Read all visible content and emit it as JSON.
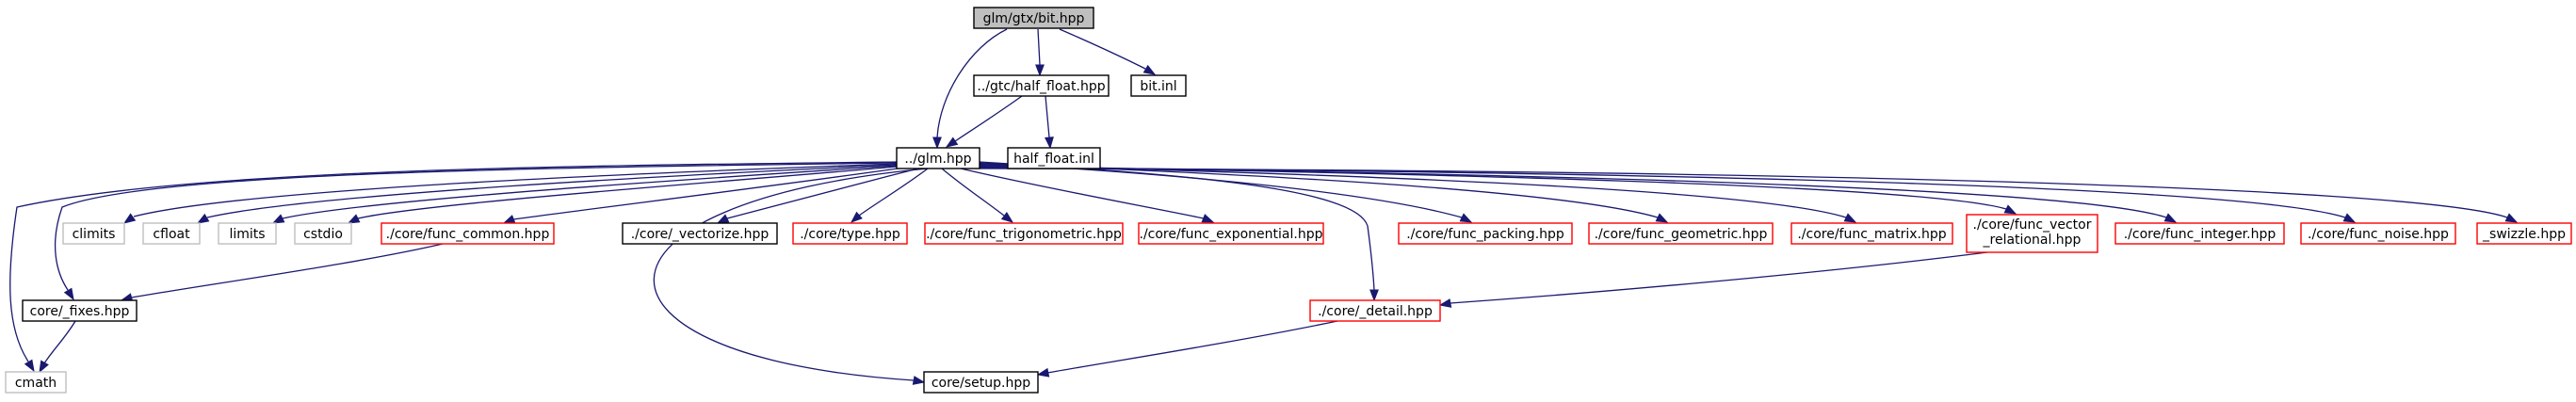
{
  "diagram": {
    "kind": "include-dependency-graph",
    "colors": {
      "edge": "#191970",
      "root_fill": "#bfbfbf",
      "documented": "#000000",
      "undocumented": "#ff0000",
      "external": "#bfbfbf"
    },
    "nodes": [
      {
        "id": "root",
        "label": "glm/gtx/bit.hpp",
        "kind": "root"
      },
      {
        "id": "half_float_hpp",
        "label": "../gtc/half_float.hpp",
        "kind": "documented"
      },
      {
        "id": "bit_inl",
        "label": "bit.inl",
        "kind": "documented"
      },
      {
        "id": "glm_hpp",
        "label": "../glm.hpp",
        "kind": "documented"
      },
      {
        "id": "half_float_inl",
        "label": "half_float.inl",
        "kind": "documented"
      },
      {
        "id": "cmath",
        "label": "cmath",
        "kind": "external"
      },
      {
        "id": "fixes",
        "label": "core/_fixes.hpp",
        "kind": "documented"
      },
      {
        "id": "climits",
        "label": "climits",
        "kind": "external"
      },
      {
        "id": "cfloat",
        "label": "cfloat",
        "kind": "external"
      },
      {
        "id": "limits",
        "label": "limits",
        "kind": "external"
      },
      {
        "id": "cstdio",
        "label": "cstdio",
        "kind": "external"
      },
      {
        "id": "func_common",
        "label": "./core/func_common.hpp",
        "kind": "undocumented"
      },
      {
        "id": "setup",
        "label": "core/setup.hpp",
        "kind": "documented"
      },
      {
        "id": "vectorize",
        "label": "./core/_vectorize.hpp",
        "kind": "documented"
      },
      {
        "id": "type",
        "label": "./core/type.hpp",
        "kind": "undocumented"
      },
      {
        "id": "func_trig",
        "label": "./core/func_trigonometric.hpp",
        "kind": "undocumented"
      },
      {
        "id": "func_exp",
        "label": "./core/func_exponential.hpp",
        "kind": "undocumented"
      },
      {
        "id": "detail",
        "label": "./core/_detail.hpp",
        "kind": "undocumented"
      },
      {
        "id": "func_packing",
        "label": "./core/func_packing.hpp",
        "kind": "undocumented"
      },
      {
        "id": "func_geometric",
        "label": "./core/func_geometric.hpp",
        "kind": "undocumented"
      },
      {
        "id": "func_matrix",
        "label": "./core/func_matrix.hpp",
        "kind": "undocumented"
      },
      {
        "id": "func_vector_rel",
        "label": "./core/func_vector",
        "label2": "_relational.hpp",
        "kind": "undocumented"
      },
      {
        "id": "func_integer",
        "label": "./core/func_integer.hpp",
        "kind": "undocumented"
      },
      {
        "id": "func_noise",
        "label": "./core/func_noise.hpp",
        "kind": "undocumented"
      },
      {
        "id": "swizzle",
        "label": "_swizzle.hpp",
        "kind": "undocumented"
      }
    ],
    "edges": [
      {
        "from": "root",
        "to": "glm_hpp"
      },
      {
        "from": "root",
        "to": "half_float_hpp"
      },
      {
        "from": "root",
        "to": "bit_inl"
      },
      {
        "from": "half_float_hpp",
        "to": "glm_hpp"
      },
      {
        "from": "half_float_hpp",
        "to": "half_float_inl"
      },
      {
        "from": "glm_hpp",
        "to": "cmath"
      },
      {
        "from": "glm_hpp",
        "to": "fixes"
      },
      {
        "from": "glm_hpp",
        "to": "climits"
      },
      {
        "from": "glm_hpp",
        "to": "cfloat"
      },
      {
        "from": "glm_hpp",
        "to": "limits"
      },
      {
        "from": "glm_hpp",
        "to": "cstdio"
      },
      {
        "from": "glm_hpp",
        "to": "func_common"
      },
      {
        "from": "glm_hpp",
        "to": "setup"
      },
      {
        "from": "glm_hpp",
        "to": "vectorize"
      },
      {
        "from": "glm_hpp",
        "to": "type"
      },
      {
        "from": "glm_hpp",
        "to": "func_trig"
      },
      {
        "from": "glm_hpp",
        "to": "func_exp"
      },
      {
        "from": "glm_hpp",
        "to": "detail"
      },
      {
        "from": "glm_hpp",
        "to": "func_packing"
      },
      {
        "from": "glm_hpp",
        "to": "func_geometric"
      },
      {
        "from": "glm_hpp",
        "to": "func_matrix"
      },
      {
        "from": "glm_hpp",
        "to": "func_vector_rel"
      },
      {
        "from": "glm_hpp",
        "to": "func_integer"
      },
      {
        "from": "glm_hpp",
        "to": "func_noise"
      },
      {
        "from": "glm_hpp",
        "to": "swizzle"
      },
      {
        "from": "fixes",
        "to": "cmath"
      },
      {
        "from": "func_common",
        "to": "fixes"
      },
      {
        "from": "detail",
        "to": "setup"
      },
      {
        "from": "func_vector_rel",
        "to": "detail"
      }
    ]
  }
}
